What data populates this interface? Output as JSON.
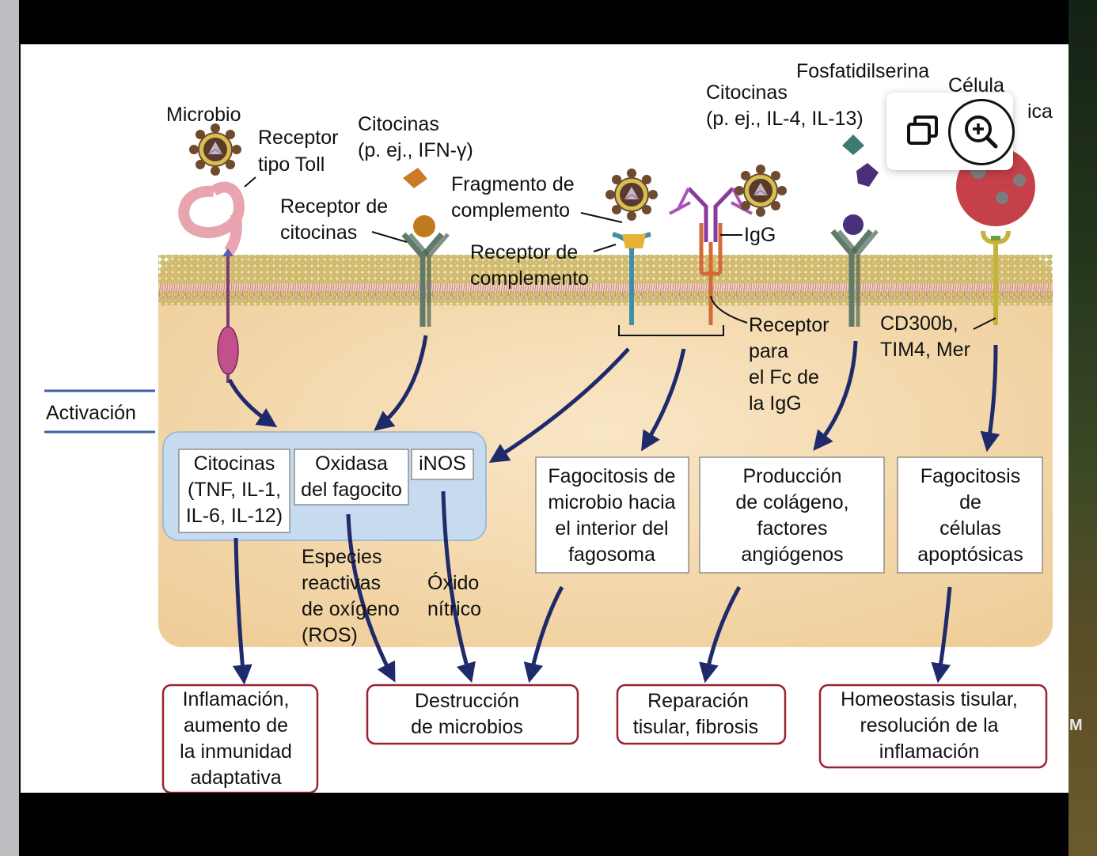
{
  "diagram": {
    "labels": {
      "microbio": "Microbio",
      "receptor_toll_1": "Receptor",
      "receptor_toll_2": "tipo Toll",
      "citocinas_ifn_1": "Citocinas",
      "citocinas_ifn_2": "(p. ej., IFN-γ)",
      "receptor_citocinas_1": "Receptor de",
      "receptor_citocinas_2": "citocinas",
      "fragmento_1": "Fragmento de",
      "fragmento_2": "complemento",
      "receptor_complemento_1": "Receptor de",
      "receptor_complemento_2": "complemento",
      "igg": "IgG",
      "citocinas_il_1": "Citocinas",
      "citocinas_il_2": "(p. ej., IL-4, IL-13)",
      "fosfatidilserina": "Fosfatidilserina",
      "celula": "Célula",
      "celula_partial": "ica",
      "receptor_fc_1": "Receptor",
      "receptor_fc_2": "para",
      "receptor_fc_3": "el Fc de",
      "receptor_fc_4": "la IgG",
      "cd300b_1": "CD300b,",
      "cd300b_2": "TIM4, Mer",
      "activacion": "Activación",
      "citocinas_box_1": "Citocinas",
      "citocinas_box_2": "(TNF, IL-1,",
      "citocinas_box_3": "IL-6, IL-12)",
      "oxidasa_1": "Oxidasa",
      "oxidasa_2": "del fagocito",
      "inos": "iNOS",
      "ros_1": "Especies",
      "ros_2": "reactivas",
      "ros_3": "de oxígeno",
      "ros_4": "(ROS)",
      "oxido_1": "Óxido",
      "oxido_2": "nítrico",
      "fagocitosis_1": "Fagocitosis de",
      "fagocitosis_2": "microbio hacia",
      "fagocitosis_3": "el interior del",
      "fagocitosis_4": "fagosoma",
      "colageno_1": "Producción",
      "colageno_2": "de colágeno,",
      "colageno_3": "factores",
      "colageno_4": "angiógenos",
      "apoptosicas_1": "Fagocitosis",
      "apoptosicas_2": "de",
      "apoptosicas_3": "células",
      "apoptosicas_4": "apoptósicas",
      "inflamacion_1": "Inflamación,",
      "inflamacion_2": "aumento de",
      "inflamacion_3": "la inmunidad",
      "inflamacion_4": "adaptativa",
      "destruccion_1": "Destrucción",
      "destruccion_2": "de microbios",
      "reparacion_1": "Reparación",
      "reparacion_2": "tisular, fibrosis",
      "homeostasis_1": "Homeostasis tisular,",
      "homeostasis_2": "resolución de la",
      "homeostasis_3": "inflamación"
    }
  },
  "background_strip_letter": "M",
  "toolbar": {
    "copy_icon": "copy-window-icon",
    "zoom_icon": "zoom-in-icon"
  },
  "colors": {
    "arrow": "#1f2a6b",
    "cell": "#f1d3a4",
    "membrane_heads": "#cdbf6a",
    "membrane_tails": "#d9a0b8",
    "outcome_border": "#9b2235",
    "activation_box": "#c8dcef"
  }
}
